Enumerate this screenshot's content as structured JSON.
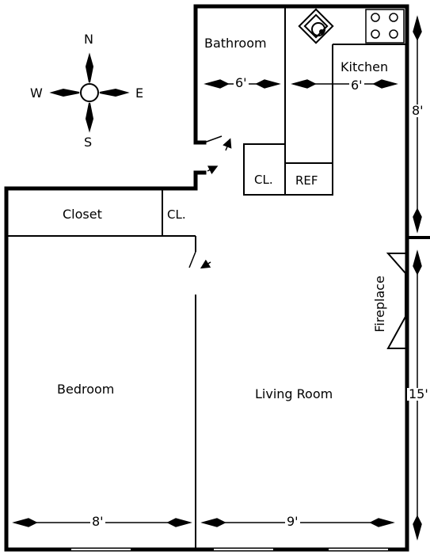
{
  "compass": {
    "north": "N",
    "south": "S",
    "east": "E",
    "west": "W"
  },
  "rooms": {
    "bathroom": "Bathroom",
    "kitchen": "Kitchen",
    "closet_main": "Closet",
    "closet_small": "CL.",
    "closet_hall": "CL.",
    "refrigerator": "REF",
    "fireplace": "Fireplace",
    "bedroom": "Bedroom",
    "living_room": "Living Room"
  },
  "dimensions": {
    "bathroom_width": "6'",
    "kitchen_width": "6'",
    "kitchen_depth": "8'",
    "living_depth": "15'",
    "bedroom_width": "8'",
    "living_width": "9'"
  }
}
